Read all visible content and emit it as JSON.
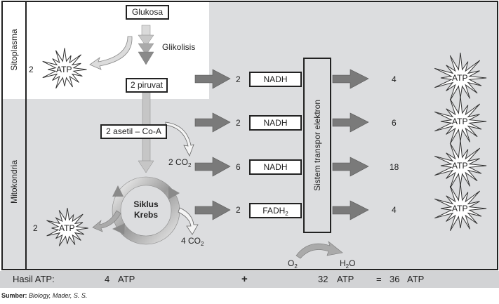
{
  "regions": {
    "cytoplasm": "Sitoplasma",
    "mitochondria": "Mitokondria"
  },
  "glycolysis": {
    "start": "Glukosa",
    "process": "Glikolisis",
    "product": "2 piruvat",
    "atp_count": "2",
    "atp_label": "ATP"
  },
  "acetyl": {
    "label": "2 asetil – Co-A",
    "co2_count": "2 CO",
    "co2_sub": "2"
  },
  "krebs": {
    "line1": "Siklus",
    "line2": "Krebs",
    "atp_count": "2",
    "atp_label": "ATP",
    "co2_count": "4 CO",
    "co2_sub": "2"
  },
  "carriers": [
    {
      "count": "2",
      "name": "NADH",
      "sub": "",
      "atp_out": "4"
    },
    {
      "count": "2",
      "name": "NADH",
      "sub": "",
      "atp_out": "6"
    },
    {
      "count": "6",
      "name": "NADH",
      "sub": "",
      "atp_out": "18"
    },
    {
      "count": "2",
      "name": "FADH",
      "sub": "2",
      "atp_out": "4"
    }
  ],
  "etc": {
    "label": "Sistem transpor elektron",
    "o2": "O",
    "o2_sub": "2",
    "h2o_h": "H",
    "h2o_sub": "2",
    "h2o_o": "O"
  },
  "atp_star_label": "ATP",
  "footer": {
    "label": "Hasil ATP:",
    "left_count": "4",
    "left_unit": "ATP",
    "plus": "+",
    "right_count": "32",
    "right_unit": "ATP",
    "equals": "=",
    "total_count": "36",
    "total_unit": "ATP"
  },
  "source": {
    "prefix": "Sumber:",
    "text": "Biology, Mader, S. S."
  },
  "colors": {
    "background_gray": "#dcdddf",
    "cytoplasm_white": "#ffffff",
    "arrow_dark": "#7a7a7a",
    "arrow_light": "#c8c8c8",
    "border": "#222222"
  }
}
